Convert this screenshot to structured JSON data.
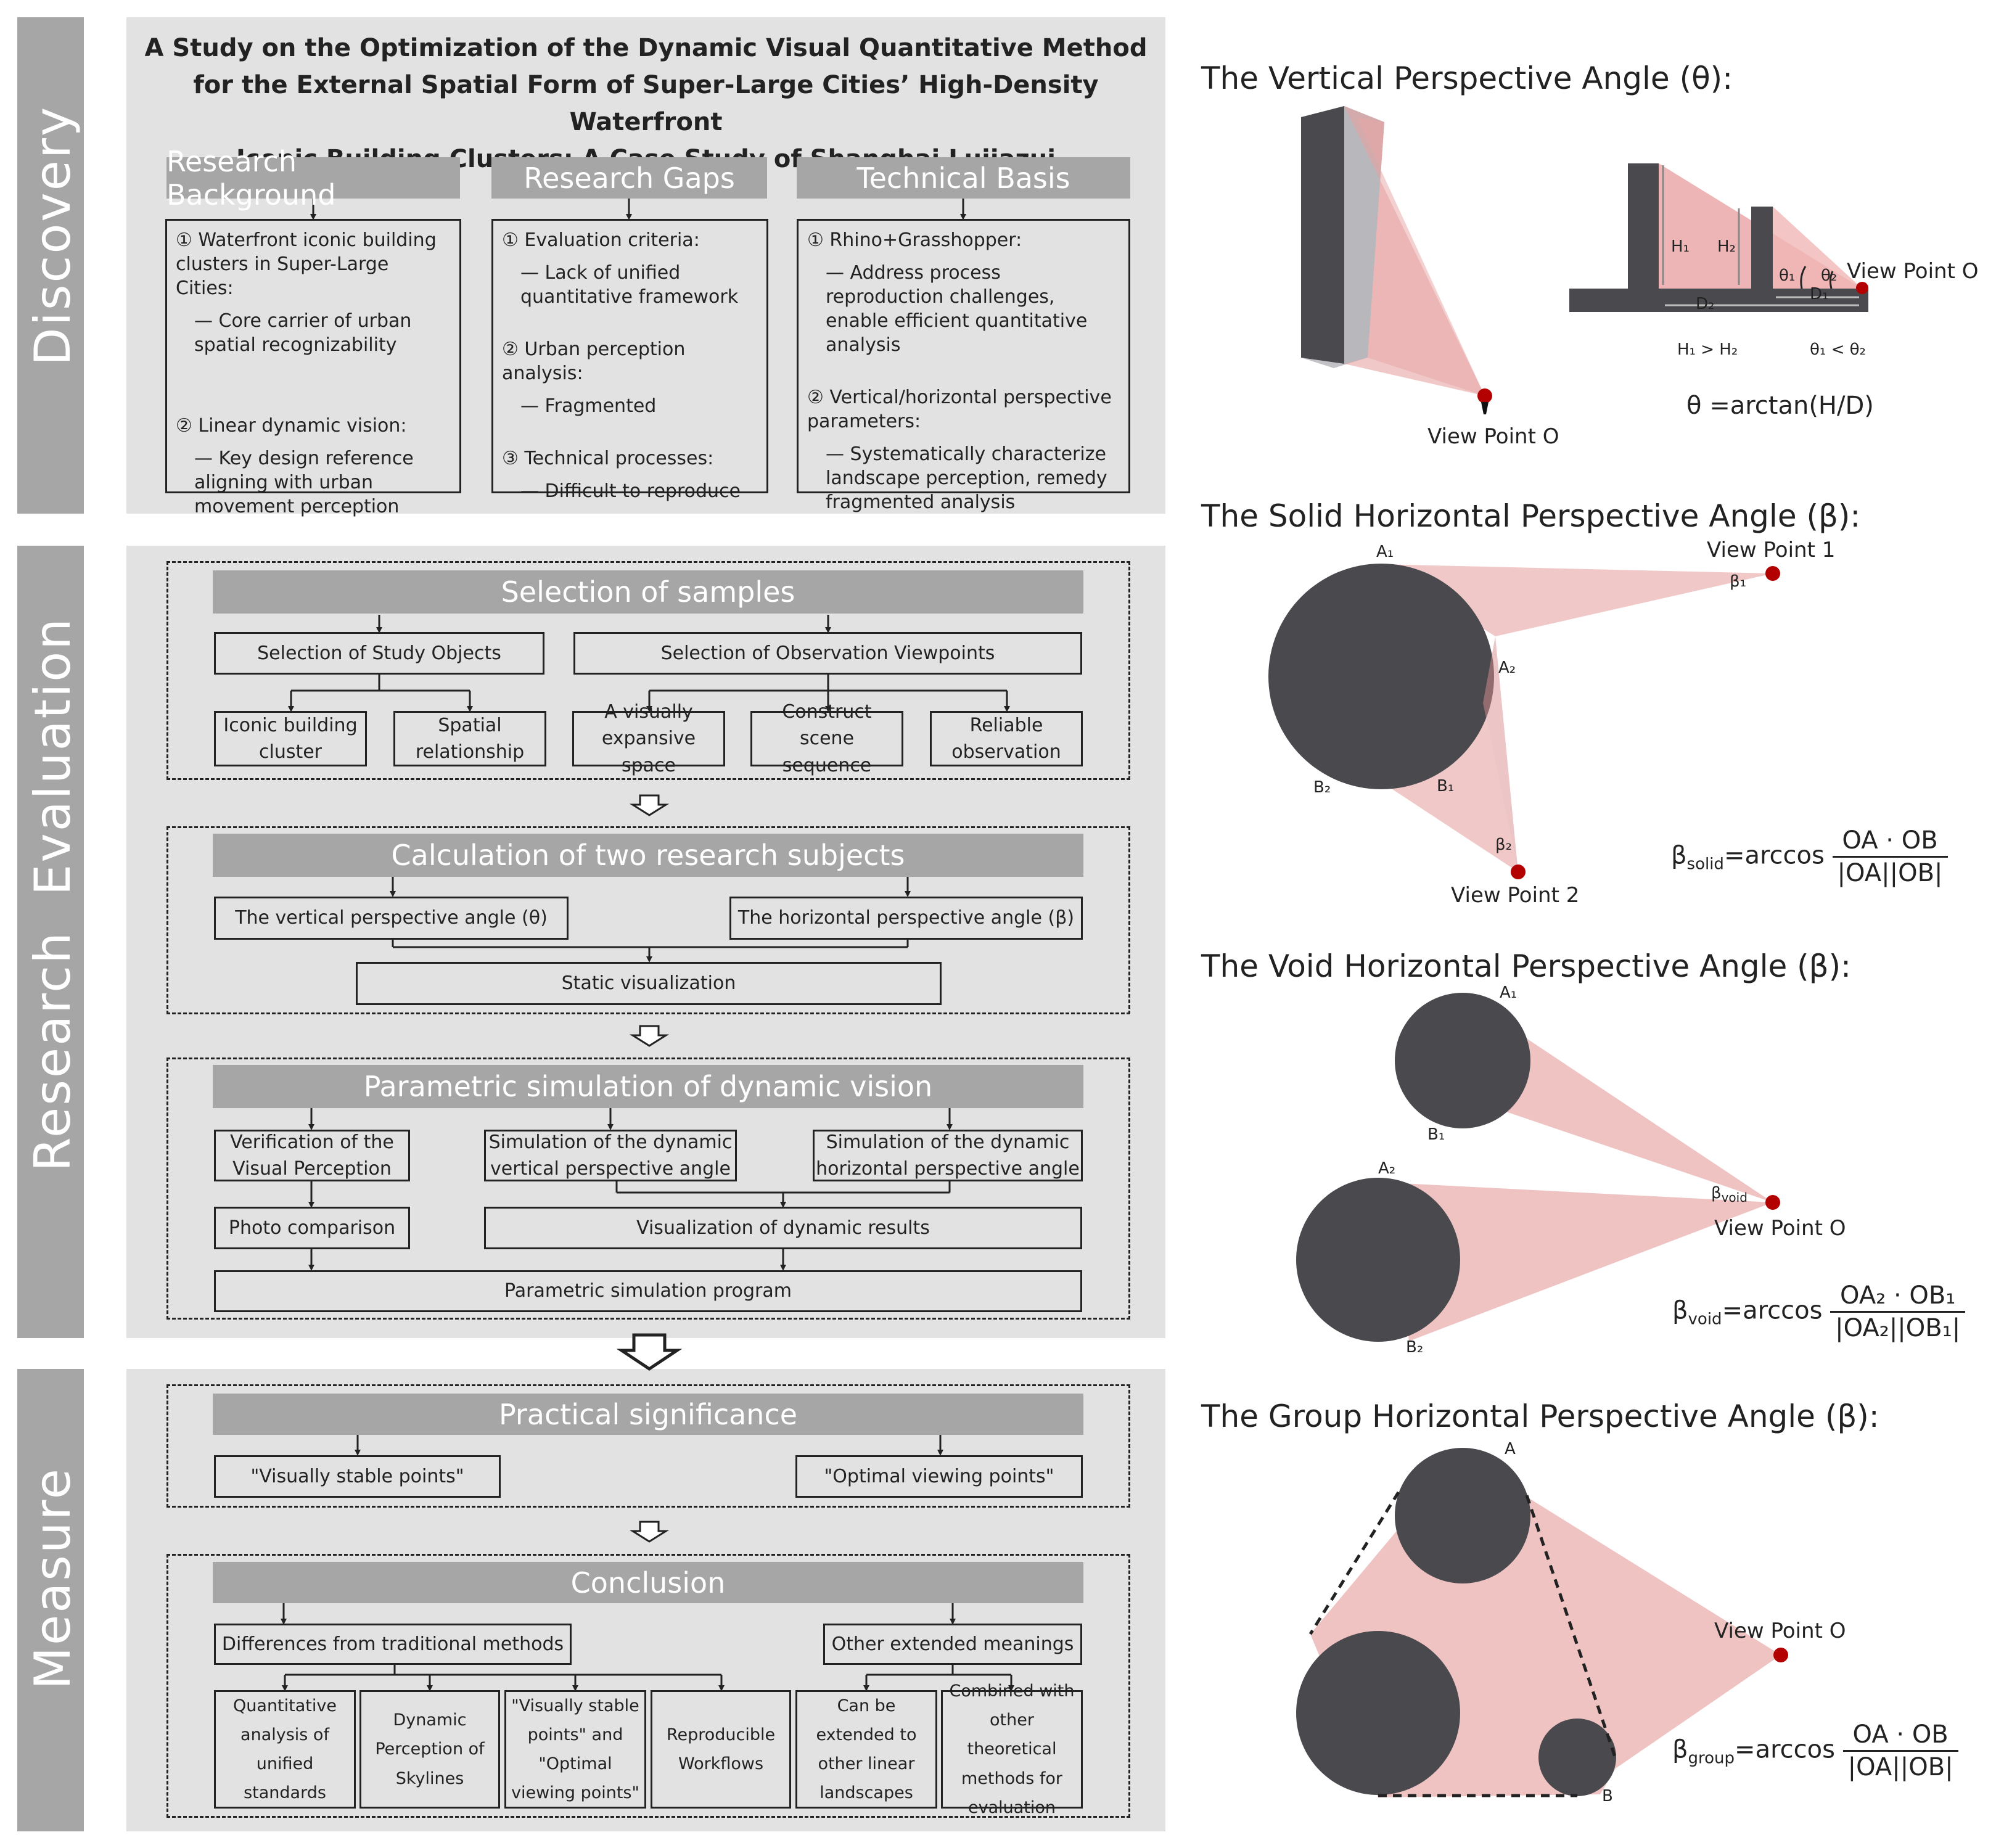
{
  "sidebar": {
    "discovery": "Discovery",
    "research_evaluation": "Research  Evaluation",
    "measure": "Measure"
  },
  "discovery": {
    "title_lines": [
      "A Study on the Optimization of the Dynamic Visual Quantitative Method",
      "for the External Spatial Form of Super-Large Cities’ High-Density Waterfront",
      "Iconic Building Clusters: A Case Study of Shanghai Lujiazui"
    ],
    "col1": {
      "header": "Research Background",
      "items": [
        "① Waterfront iconic building clusters in Super-Large Cities:",
        "— Core carrier of urban spatial recognizability",
        "② Linear dynamic vision:",
        "— Key design reference aligning with urban movement perception"
      ]
    },
    "col2": {
      "header": "Research Gaps",
      "items": [
        "① Evaluation criteria:",
        "— Lack of unified quantitative framework",
        "② Urban perception analysis:",
        "— Fragmented",
        "③ Technical processes:",
        "— Difficult to reproduce"
      ]
    },
    "col3": {
      "header": "Technical Basis",
      "items": [
        "① Rhino+Grasshopper:",
        "— Address process reproduction challenges, enable efficient quantitative analysis",
        "② Vertical/horizontal perspective parameters:",
        "— Systematically characterize landscape perception, remedy fragmented analysis"
      ]
    }
  },
  "evaluation": {
    "samples": {
      "header": "Selection of samples",
      "study_objects": "Selection of Study Objects",
      "viewpoints": "Selection of Observation Viewpoints",
      "sub": [
        "Iconic building cluster",
        "Spatial relationship",
        "A visually expansive space",
        "Construct scene sequence",
        "Reliable observation"
      ]
    },
    "calc": {
      "header": "Calculation of two research subjects",
      "vertical": "The vertical perspective angle (θ)",
      "horizontal": "The horizontal perspective angle (β)",
      "static": "Static visualization"
    },
    "param": {
      "header": "Parametric simulation of dynamic vision",
      "verify": "Verification of the Visual Perception",
      "sim_vertical": "Simulation of the dynamic vertical perspective angle",
      "sim_horizontal": "Simulation of the dynamic horizontal perspective angle",
      "photo": "Photo comparison",
      "vis_dynamic": "Visualization of dynamic results",
      "program": "Parametric simulation program"
    }
  },
  "measure": {
    "practical": {
      "header": "Practical significance",
      "stable": "\"Visually stable points\"",
      "optimal": "\"Optimal viewing points\""
    },
    "conclusion": {
      "header": "Conclusion",
      "differences": "Differences from traditional methods",
      "extended": "Other extended meanings",
      "sub": [
        "Quantitative analysis of unified standards",
        "Dynamic Perception of Skylines",
        "\"Visually stable points\" and \"Optimal viewing points\"",
        "Reproducible Workflows",
        "Can be extended to other linear landscapes",
        "Combined with other theoretical methods for evaluation"
      ]
    }
  },
  "right": {
    "vertical": {
      "title": "The Vertical Perspective Angle (θ):",
      "view_point": "View Point O",
      "view_point_small": "View Point O",
      "h1": "H₁",
      "h2": "H₂",
      "d1": "D₁",
      "d2": "D₂",
      "t1": "θ₁",
      "t2": "θ₂",
      "cmp_h": "H₁ > H₂",
      "cmp_t": "θ₁ < θ₂",
      "formula": "θ =arctan(H/D)"
    },
    "solid": {
      "title": "The Solid Horizontal Perspective Angle (β):",
      "vp1": "View Point 1",
      "vp2": "View Point 2",
      "a1": "A₁",
      "a2": "A₂",
      "b1": "B₁",
      "b2": "B₂",
      "beta1": "β₁",
      "beta2": "β₂",
      "f_lhs": "β",
      "f_sub": "solid",
      "f_eq": "=arccos",
      "f_num": "OA · OB",
      "f_den": "|OA||OB|"
    },
    "void": {
      "title": "The Void Horizontal Perspective Angle (β):",
      "vp": "View Point O",
      "a1": "A₁",
      "a2": "A₂",
      "b1": "B₁",
      "b2": "B₂",
      "beta": "β",
      "beta_sub": "void",
      "f_lhs": "β",
      "f_sub": "void",
      "f_eq": "=arccos",
      "f_num": "OA₂ · OB₁",
      "f_den": "|OA₂||OB₁|"
    },
    "group": {
      "title": "The Group Horizontal Perspective Angle (β):",
      "vp": "View Point O",
      "a": "A",
      "b": "B",
      "f_lhs": "β",
      "f_sub": "group",
      "f_eq": "=arccos",
      "f_num": "OA · OB",
      "f_den": "|OA||OB|"
    }
  },
  "colors": {
    "sidebar": "#a6a6a6",
    "panel": "#e2e2e2",
    "pink": "#e8a3a3",
    "building": "#4a4a4e",
    "viewpoint": "#b30000"
  }
}
